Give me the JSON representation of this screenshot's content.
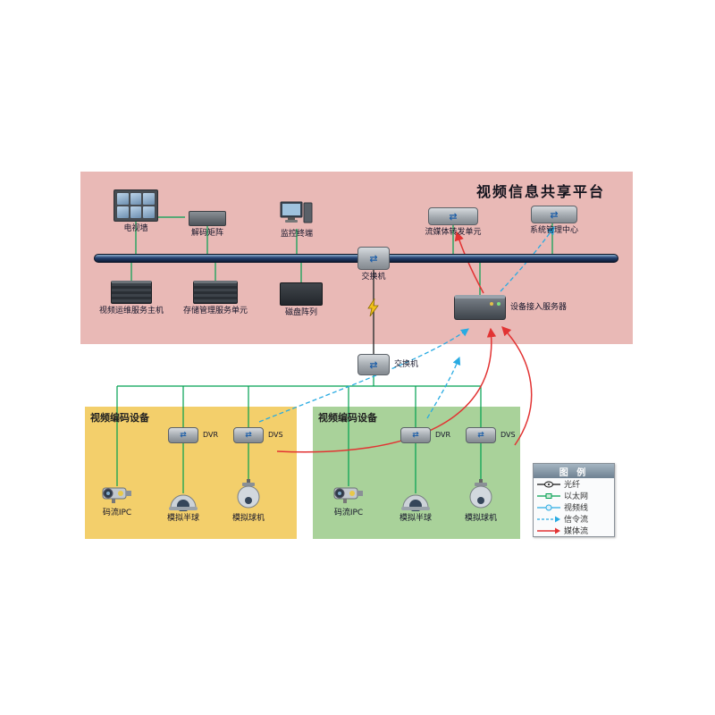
{
  "title": "视频信息共享平台",
  "platform": {
    "tv_wall": "电视墙",
    "decoder_matrix": "解码矩阵",
    "monitor_terminal": "监控终端",
    "stream_forward_unit": "流媒体转发单元",
    "system_mgmt_center": "系统管理中心",
    "video_ops_host": "视频运维服务主机",
    "storage_mgmt_unit": "存储管理服务单元",
    "disk_array": "磁盘阵列",
    "switch_upper": "交换机",
    "access_server": "设备接入服务器"
  },
  "core": {
    "switch_lower": "交换机"
  },
  "zones": [
    {
      "title": "视频编码设备",
      "dvr": "DVR",
      "dvs": "DVS",
      "ipc": "码流IPC",
      "dome": "模拟半球",
      "ptz": "模拟球机"
    },
    {
      "title": "视频编码设备",
      "dvr": "DVR",
      "dvs": "DVS",
      "ipc": "码流IPC",
      "dome": "模拟半球",
      "ptz": "模拟球机"
    }
  ],
  "legend": {
    "title": "图 例",
    "items": [
      "光纤",
      "以太网",
      "视频线",
      "信令流",
      "媒体流"
    ]
  },
  "colors": {
    "platform_bg": "#e9b9b6",
    "encoder_zone1_bg": "#f3cf6b",
    "encoder_zone2_bg": "#a9d29a",
    "ethernet_line": "#00a050",
    "video_line": "#29abe2",
    "signaling_flow": "#29abe2",
    "media_flow": "#e23333"
  }
}
